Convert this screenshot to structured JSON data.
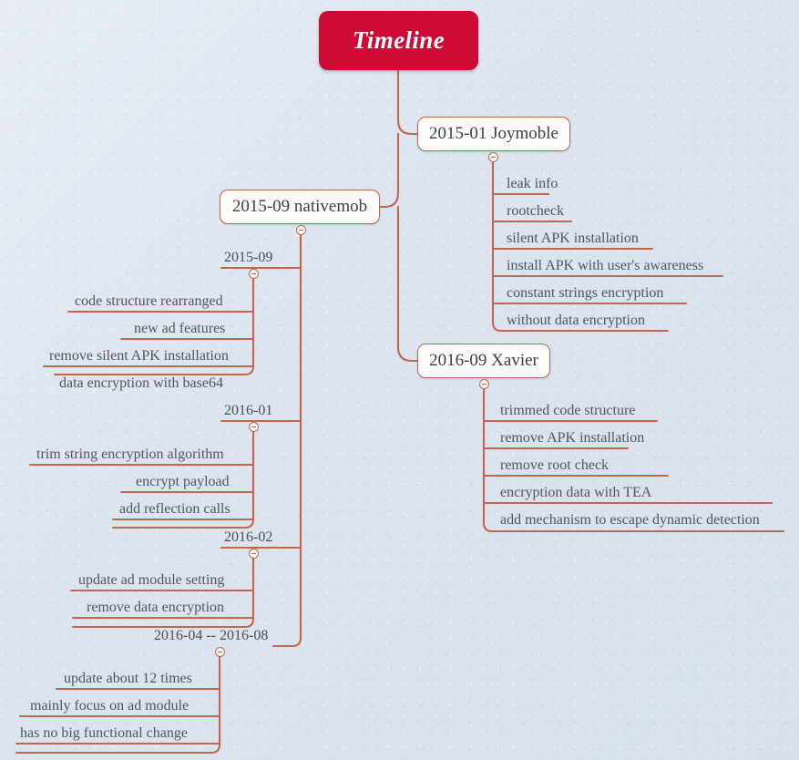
{
  "theme": {
    "background_color": "#dce4ef",
    "root_fill": "#cc0a33",
    "root_text_color": "#ffffff",
    "branch_color": "#c0684f",
    "node_fill": "#fdfcfa",
    "text_color": "#54545c"
  },
  "root": {
    "label": "Timeline"
  },
  "branches": [
    {
      "id": "joymoble",
      "label": "2015-01 Joymoble",
      "side": "right",
      "items": [
        "leak info",
        "rootcheck",
        "silent APK installation",
        "install APK with user's awareness",
        "constant strings encryption",
        "without data encryption"
      ]
    },
    {
      "id": "nativemob",
      "label": "2015-09 nativemob",
      "side": "left",
      "groups": [
        {
          "date": "2015-09",
          "items": [
            "code structure rearranged",
            "new ad features",
            "remove silent APK installation",
            "data encryption with base64"
          ]
        },
        {
          "date": "2016-01",
          "items": [
            "trim string encryption algorithm",
            "encrypt payload",
            "add reflection calls"
          ]
        },
        {
          "date": "2016-02",
          "items": [
            "update ad module setting",
            "remove data encryption"
          ]
        },
        {
          "date": "2016-04 -- 2016-08",
          "items": [
            "update about 12 times",
            "mainly focus on ad module",
            "has no big functional change"
          ]
        }
      ]
    },
    {
      "id": "xavier",
      "label": "2016-09 Xavier",
      "side": "right",
      "items": [
        "trimmed code structure",
        "remove APK installation",
        "remove root check",
        "encryption data with TEA",
        "add mechanism to escape dynamic detection"
      ]
    }
  ],
  "toggles": {
    "symbol": "minus",
    "count": 7
  }
}
